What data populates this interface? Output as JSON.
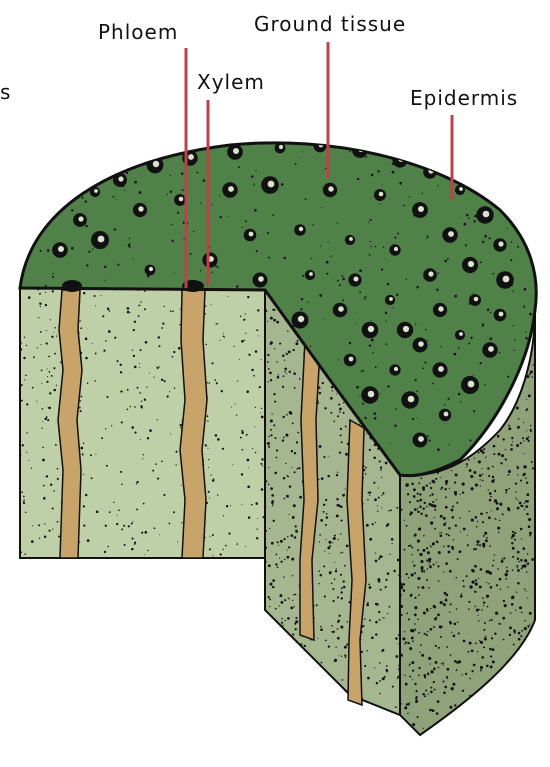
{
  "labels": {
    "phloem": "Phloem",
    "xylem": "Xylem",
    "ground_tissue": "Ground tissue",
    "epidermis": "Epidermis",
    "edge_fragment": "s"
  },
  "colors": {
    "top_surface": "#4f8148",
    "front_face": "#bfd0a8",
    "side_face": "#a6b690",
    "outer_face": "#8fa279",
    "vascular_strand": "#c8a46a",
    "leader_line": "#c0404a",
    "speckle": "#111111"
  },
  "icons": {
    "vascular_bundle": "dark-circle-with-light-center"
  }
}
